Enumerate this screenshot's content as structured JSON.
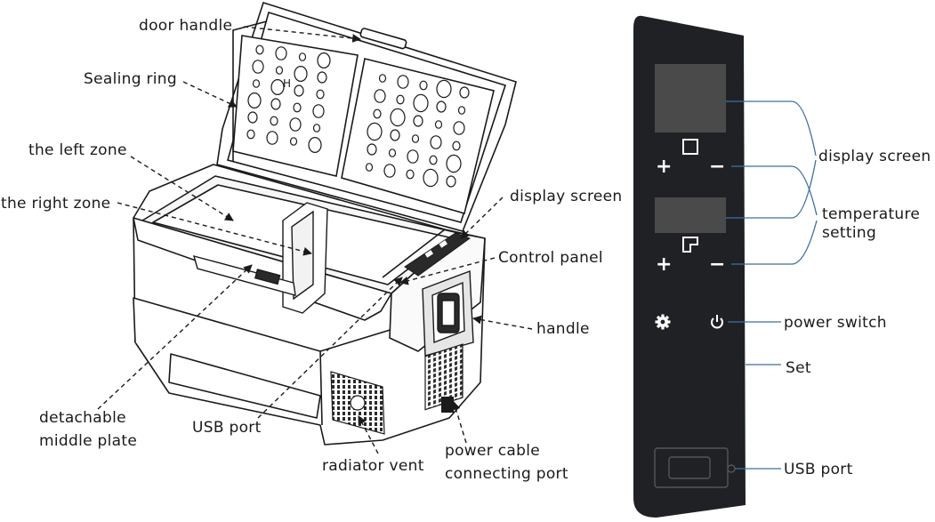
{
  "labels": {
    "door_handle": "door handle",
    "sealing_ring": "Sealing ring",
    "left_zone": "the left zone",
    "right_zone": "the right zone",
    "display_screen_left": "display screen",
    "control_panel": "Control panel",
    "handle": "handle",
    "detachable_middle_plate_1": "detachable",
    "detachable_middle_plate_2": "middle plate",
    "usb_port_left": "USB port",
    "radiator_vent": "radiator vent",
    "power_cable_1": "power cable",
    "power_cable_2": "connecting port",
    "display_screen_right": "display screen",
    "temperature_setting_1": "temperature",
    "temperature_setting_2": "setting",
    "power_switch": "power switch",
    "set": "Set",
    "usb_port_right": "USB port"
  },
  "panel": {
    "plus_top": "+",
    "minus_top": "−",
    "plus_bottom": "+",
    "minus_bottom": "−",
    "settings_icon": "gear-icon",
    "power_icon": "power-icon",
    "zone_left_icon": "square-icon",
    "zone_right_icon": "corner-square-icon"
  },
  "colors": {
    "panel_bg": "#202124",
    "screen": "#4a4a4a",
    "leader_blue": "#3f6f9f",
    "line": "#1a1a1a"
  }
}
